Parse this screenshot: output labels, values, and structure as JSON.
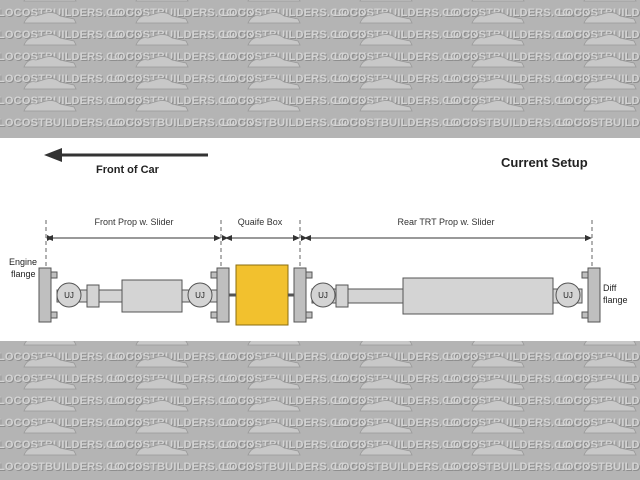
{
  "watermark": {
    "text": "LOCOSTBUILDERS.CO.UK"
  },
  "diagram": {
    "front_label": "Front of Car",
    "title": "Current Setup",
    "sections": {
      "front_prop": "Front Prop w. Slider",
      "quaife": "Quaife Box",
      "rear_prop": "Rear TRT Prop w. Slider"
    },
    "engine_flange": [
      "Engine",
      "flange"
    ],
    "diff_flange": [
      "Diff",
      "flange"
    ],
    "uj_label": "UJ",
    "colors": {
      "quaife": "#f2c12e",
      "shaft": "#d4d4d4",
      "outline": "#555555"
    }
  }
}
